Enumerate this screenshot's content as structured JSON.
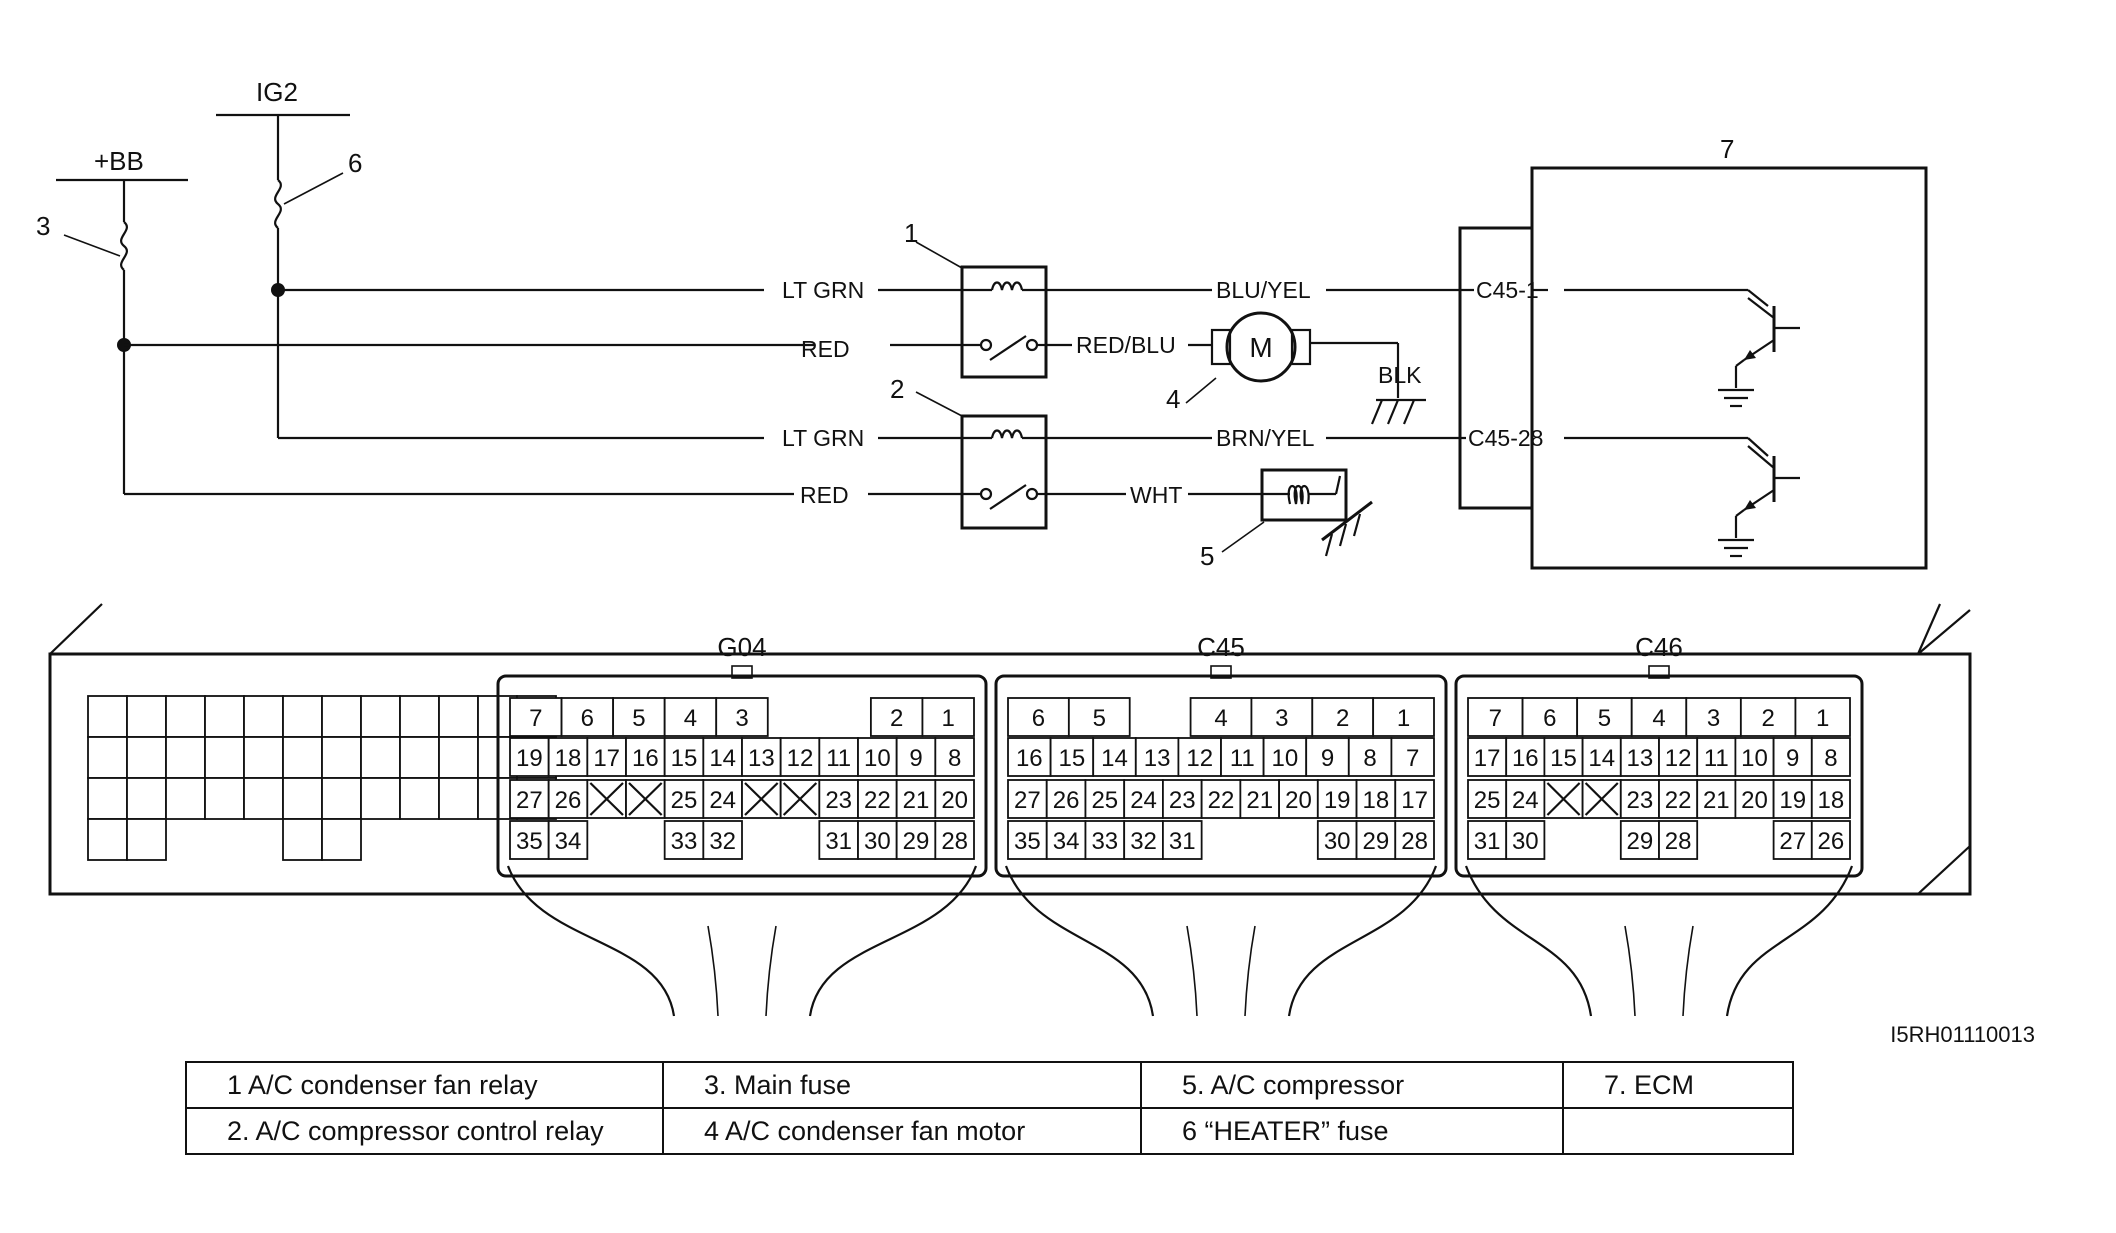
{
  "diagram": {
    "figure_code": "I5RH01110013",
    "power_labels": {
      "bb": "+BB",
      "ig2": "IG2"
    },
    "callouts": [
      "1",
      "2",
      "3",
      "4",
      "5",
      "6",
      "7"
    ],
    "wires": {
      "lt_grn_1": "LT GRN",
      "red_1": "RED",
      "lt_grn_2": "LT GRN",
      "red_2": "RED",
      "blu_yel": "BLU/YEL",
      "red_blu": "RED/BLU",
      "brn_yel": "BRN/YEL",
      "wht": "WHT",
      "blk": "BLK"
    },
    "ecm_terminals": {
      "t1": "C45-1",
      "t28": "C45-28"
    },
    "motor_symbol": "M"
  },
  "ecm_connectors": [
    {
      "name": "G04",
      "rows": [
        [
          "7",
          "6",
          "5",
          "4",
          "3",
          "",
          "",
          "2",
          "1"
        ],
        [
          "19",
          "18",
          "17",
          "16",
          "15",
          "14",
          "13",
          "12",
          "11",
          "10",
          "9",
          "8"
        ],
        [
          "27",
          "26",
          "X",
          "X",
          "25",
          "24",
          "X",
          "X",
          "23",
          "22",
          "21",
          "20"
        ],
        [
          "35",
          "34",
          "",
          "",
          "33",
          "32",
          "",
          "",
          "31",
          "30",
          "29",
          "28"
        ]
      ]
    },
    {
      "name": "C45",
      "rows": [
        [
          "6",
          "5",
          "",
          "4",
          "3",
          "2",
          "1"
        ],
        [
          "16",
          "15",
          "14",
          "13",
          "12",
          "11",
          "10",
          "9",
          "8",
          "7"
        ],
        [
          "27",
          "26",
          "25",
          "24",
          "23",
          "22",
          "21",
          "20",
          "19",
          "18",
          "17"
        ],
        [
          "35",
          "34",
          "33",
          "32",
          "31",
          "",
          "",
          "",
          "30",
          "29",
          "28"
        ]
      ]
    },
    {
      "name": "C46",
      "rows": [
        [
          "7",
          "6",
          "5",
          "4",
          "3",
          "2",
          "1"
        ],
        [
          "17",
          "16",
          "15",
          "14",
          "13",
          "12",
          "11",
          "10",
          "9",
          "8"
        ],
        [
          "25",
          "24",
          "X",
          "X",
          "23",
          "22",
          "21",
          "20",
          "19",
          "18"
        ],
        [
          "31",
          "30",
          "",
          "",
          "29",
          "28",
          "",
          "",
          "27",
          "26"
        ]
      ]
    }
  ],
  "legend": [
    [
      "1   A/C condenser fan relay",
      "3.   Main fuse",
      "5.   A/C compressor",
      "7.   ECM"
    ],
    [
      "2.   A/C compressor control relay",
      "4   A/C condenser fan motor",
      "6   “HEATER” fuse",
      ""
    ]
  ]
}
